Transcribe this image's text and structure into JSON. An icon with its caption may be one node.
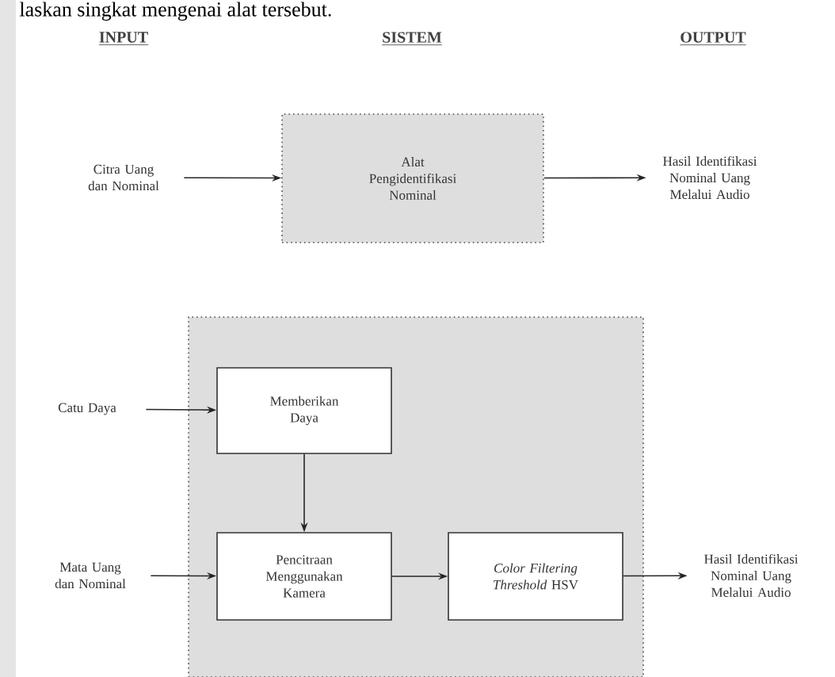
{
  "diagram": {
    "nodes": [
      {
        "text": [
          "Citra Uang dan Nominal"
        ]
      },
      {
        "text": [
          "Alat Pengidentifikasi Nominal"
        ]
      },
      {
        "text": [
          "Hasil Identifikasi Nominal Uang Melalui Audio"
        ]
      },
      {
        "text": [],
        "shape": "box"
      },
      {
        "text": [
          "Memberikan Daya"
        ],
        "in": 3
      },
      {
        "text": [
          "Pencitraan Menggunakan Kamera"
        ],
        "in": 3
      },
      {
        "text": [
          "*Color Filtering Threshold* HSV"
        ],
        "in": 3
      },
      {
        "text": [
          "Catu Daya"
        ]
      },
      {
        "text": [
          "Mata Uang dan Nominal"
        ]
      },
      {
        "text": [
          "Hasil Identifikasi Nominal Uang Melalui Audio"
        ]
      }
    ],
    "edges": [
      {
        "from": 0,
        "to": 1,
        "arrow": "to"
      },
      {
        "from": 1,
        "to": 2,
        "arrow": "to"
      },
      {
        "from": 7,
        "to": 4,
        "arrow": "to"
      },
      {
        "from": 4,
        "to": 5,
        "arrow": "to"
      },
      {
        "from": 8,
        "to": 5,
        "arrow": "to"
      },
      {
        "from": 5,
        "to": 6,
        "arrow": "to"
      },
      {
        "from": 6,
        "to": 9,
        "arrow": "to"
      }
    ],
    "labels": [
      "laskan singkat mengenai alat tersebut.",
      "INPUT",
      "SISTEM",
      "OUTPUT"
    ]
  }
}
